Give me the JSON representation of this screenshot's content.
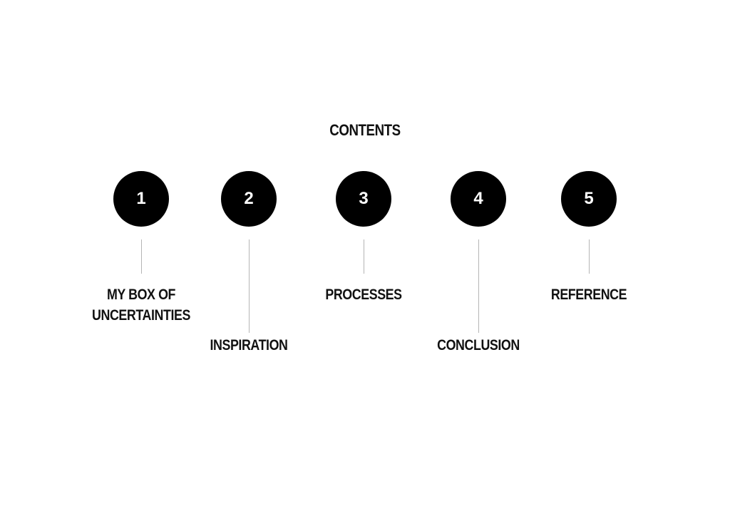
{
  "title": "CONTENTS",
  "items": [
    {
      "number": "1",
      "label": "MY BOX OF UNCERTAINTIES"
    },
    {
      "number": "2",
      "label": "INSPIRATION"
    },
    {
      "number": "3",
      "label": "PROCESSES"
    },
    {
      "number": "4",
      "label": "CONCLUSION"
    },
    {
      "number": "5",
      "label": "REFERENCE"
    }
  ]
}
